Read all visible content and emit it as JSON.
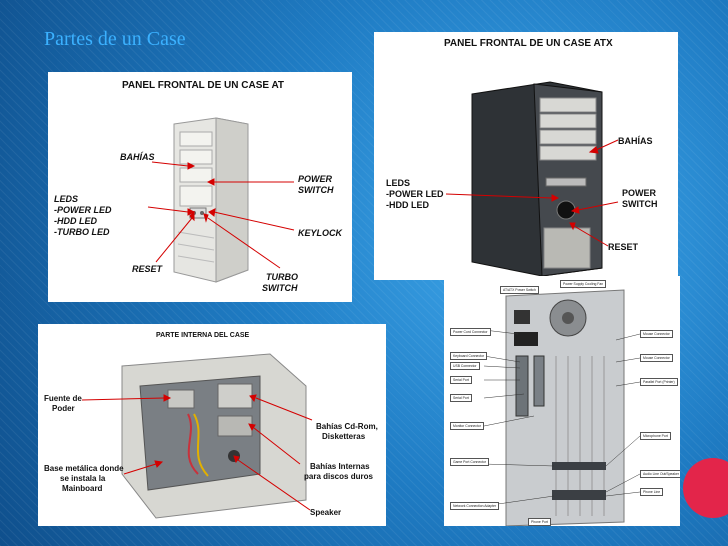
{
  "slide": {
    "title": "Partes de un Case",
    "accent_color": "#3bb1ff",
    "background_color": "#1a6fb0"
  },
  "panel_at": {
    "title": "PANEL FRONTAL DE  UN CASE AT",
    "labels": {
      "bahias": "BAHÍAS",
      "leds": "LEDS",
      "power_led": "-POWER LED",
      "hdd_led": "-HDD LED",
      "turbo_led": "-TURBO LED",
      "reset": "RESET",
      "power_switch_1": "POWER",
      "power_switch_2": "SWITCH",
      "keylock": "KEYLOCK",
      "turbo_switch_1": "TURBO",
      "turbo_switch_2": "SWITCH"
    }
  },
  "panel_atx": {
    "title": "PANEL FRONTAL DE  UN CASE ATX",
    "labels": {
      "bahias": "BAHÍAS",
      "leds": "LEDS",
      "power_led": "-POWER LED",
      "hdd_led": "-HDD LED",
      "power_switch_1": "POWER",
      "power_switch_2": "SWITCH",
      "reset": "RESET"
    }
  },
  "panel_interna": {
    "title": "PARTE INTERNA DEL CASE",
    "labels": {
      "fuente_1": "Fuente de",
      "fuente_2": "Poder",
      "base_1": "Base metálica donde",
      "base_2": "se instala la",
      "base_3": "Mainboard",
      "bahias_cd_1": "Bahías Cd-Rom,",
      "bahias_cd_2": "Disketteras",
      "bahias_int_1": "Bahías Internas",
      "bahias_int_2": "para discos duros",
      "speaker": "Speaker"
    }
  },
  "panel_rear": {
    "labels": {
      "top_1": "AT/ATX Power Switch",
      "top_2": "Power Supply Cooling Fan",
      "l1": "Power Cord Connector",
      "l2": "Keyboard Connector",
      "l3": "USB Connector",
      "l4": "Serial Port",
      "l5": "Serial Port",
      "l6": "Monitor Connector",
      "l7": "Game Port Connector",
      "l8": "Network Connection Adapter",
      "r1": "Mouse Connector",
      "r2": "Mouse Connector",
      "r3": "Parallel Port (Printer)",
      "r4": "Microphone Port",
      "r5": "Audio Line Out/Speaker",
      "r6": "Phone Line",
      "bottom": "Phone Port"
    }
  }
}
